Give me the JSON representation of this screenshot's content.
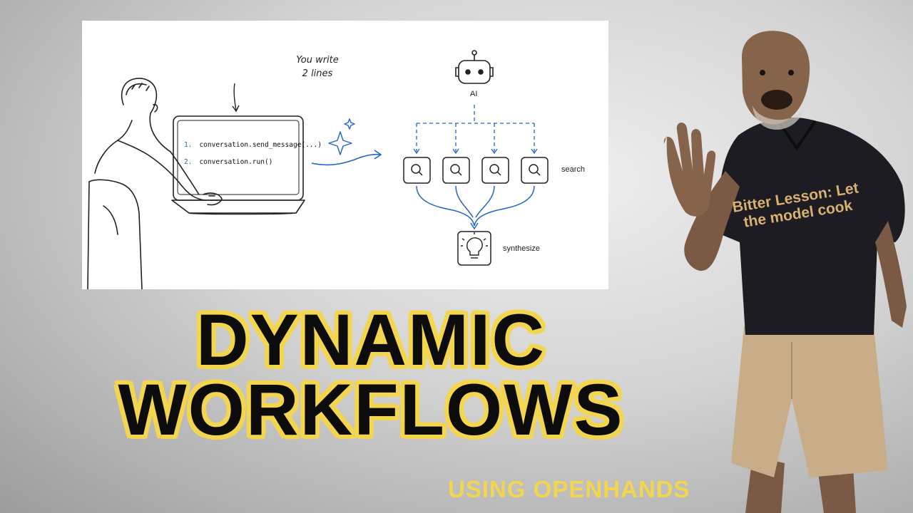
{
  "diagram": {
    "note": [
      "You write",
      "2 lines"
    ],
    "code": [
      {
        "num": "1.",
        "text": "conversation.send_message(...)"
      },
      {
        "num": "2.",
        "text": "conversation.run()"
      }
    ],
    "ai_label": "AI",
    "search_label": "search",
    "synthesize_label": "synthesize",
    "icons": [
      "robot-icon",
      "search-icon",
      "lightbulb-icon",
      "sparkle-icon"
    ]
  },
  "title": {
    "line1": "DYNAMIC",
    "line2": "WORKFLOWS"
  },
  "subtitle": "USING OPENHANDS",
  "shirt_text": "Bitter Lesson: Let the model cook",
  "colors": {
    "accent_yellow": "#f4d64e",
    "diagram_blue": "#1f64c8",
    "title_black": "#0c0c0c"
  }
}
